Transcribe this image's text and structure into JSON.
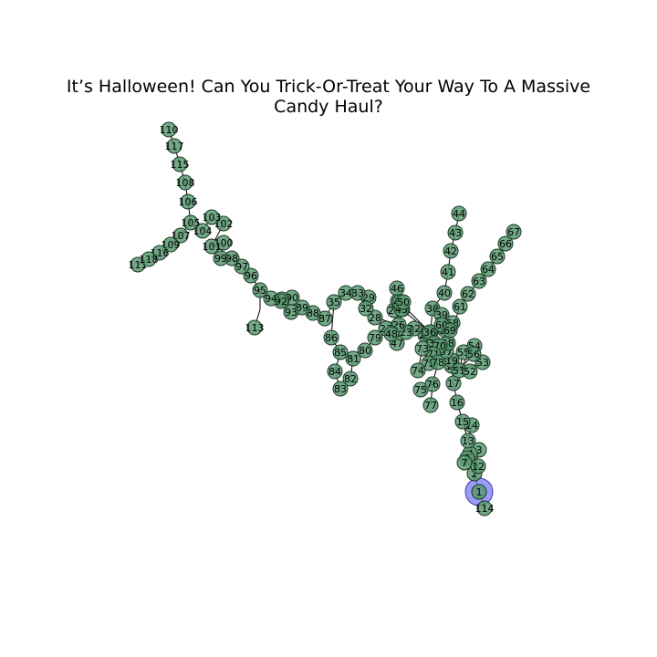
{
  "title_lines": [
    "It’s Halloween! Can You Trick-Or-Treat Your Way To A Massive",
    "Candy Haul?"
  ],
  "graph": {
    "highlighted_node": "1",
    "colors": {
      "node": "#5a9a72",
      "highlight": "#7b7bf0",
      "edge": "#000000",
      "stroke": "#1a3a26"
    },
    "nodes": [
      "1",
      "2",
      "3",
      "4",
      "5",
      "7",
      "12",
      "13",
      "14",
      "15",
      "16",
      "17",
      "18",
      "19",
      "20",
      "21",
      "22",
      "23",
      "24",
      "25",
      "26",
      "27",
      "28",
      "29",
      "30",
      "31",
      "32",
      "33",
      "34",
      "35",
      "36",
      "37",
      "38",
      "39",
      "40",
      "41",
      "42",
      "43",
      "44",
      "45",
      "46",
      "47",
      "48",
      "49",
      "50",
      "51",
      "52",
      "53",
      "54",
      "55",
      "56",
      "57",
      "58",
      "59",
      "60",
      "61",
      "62",
      "63",
      "64",
      "65",
      "66",
      "67",
      "68",
      "69",
      "70",
      "71",
      "72",
      "73",
      "74",
      "75",
      "76",
      "77",
      "78",
      "79",
      "80",
      "81",
      "82",
      "83",
      "84",
      "85",
      "86",
      "87",
      "88",
      "89",
      "90",
      "91",
      "92",
      "93",
      "94",
      "95",
      "96",
      "97",
      "98",
      "99",
      "100",
      "101",
      "102",
      "103",
      "104",
      "105",
      "106",
      "107",
      "108",
      "109",
      "110",
      "111",
      "113",
      "114",
      "115",
      "116",
      "117",
      "118"
    ],
    "edges": [
      [
        "1",
        "2"
      ],
      [
        "1",
        "114"
      ],
      [
        "2",
        "12"
      ],
      [
        "2",
        "3"
      ],
      [
        "12",
        "4"
      ],
      [
        "12",
        "5"
      ],
      [
        "12",
        "7"
      ],
      [
        "12",
        "13"
      ],
      [
        "13",
        "14"
      ],
      [
        "13",
        "15"
      ],
      [
        "15",
        "16"
      ],
      [
        "16",
        "17"
      ],
      [
        "17",
        "18"
      ],
      [
        "18",
        "19"
      ],
      [
        "19",
        "51"
      ],
      [
        "51",
        "52"
      ],
      [
        "51",
        "53"
      ],
      [
        "51",
        "54"
      ],
      [
        "51",
        "55"
      ],
      [
        "51",
        "56"
      ],
      [
        "19",
        "68"
      ],
      [
        "68",
        "69"
      ],
      [
        "68",
        "70"
      ],
      [
        "68",
        "61"
      ],
      [
        "61",
        "62"
      ],
      [
        "62",
        "63"
      ],
      [
        "63",
        "64"
      ],
      [
        "64",
        "65"
      ],
      [
        "65",
        "66"
      ],
      [
        "66",
        "67"
      ],
      [
        "68",
        "58"
      ],
      [
        "58",
        "59"
      ],
      [
        "58",
        "60"
      ],
      [
        "58",
        "39"
      ],
      [
        "39",
        "38"
      ],
      [
        "38",
        "40"
      ],
      [
        "40",
        "41"
      ],
      [
        "41",
        "42"
      ],
      [
        "42",
        "43"
      ],
      [
        "43",
        "44"
      ],
      [
        "38",
        "20"
      ],
      [
        "20",
        "21"
      ],
      [
        "21",
        "22"
      ],
      [
        "22",
        "23"
      ],
      [
        "23",
        "24"
      ],
      [
        "24",
        "25"
      ],
      [
        "25",
        "26"
      ],
      [
        "25",
        "30"
      ],
      [
        "30",
        "46"
      ],
      [
        "30",
        "50"
      ],
      [
        "26",
        "27"
      ],
      [
        "27",
        "47"
      ],
      [
        "27",
        "48"
      ],
      [
        "26",
        "28"
      ],
      [
        "28",
        "32"
      ],
      [
        "32",
        "29"
      ],
      [
        "32",
        "33"
      ],
      [
        "33",
        "34"
      ],
      [
        "34",
        "35"
      ],
      [
        "35",
        "86"
      ],
      [
        "86",
        "85"
      ],
      [
        "85",
        "84"
      ],
      [
        "84",
        "83"
      ],
      [
        "85",
        "81"
      ],
      [
        "81",
        "82"
      ],
      [
        "81",
        "80"
      ],
      [
        "80",
        "79"
      ],
      [
        "35",
        "87"
      ],
      [
        "87",
        "88"
      ],
      [
        "88",
        "89"
      ],
      [
        "89",
        "90"
      ],
      [
        "90",
        "91"
      ],
      [
        "91",
        "92"
      ],
      [
        "92",
        "93"
      ],
      [
        "92",
        "94"
      ],
      [
        "94",
        "95"
      ],
      [
        "95",
        "96"
      ],
      [
        "96",
        "97"
      ],
      [
        "97",
        "98"
      ],
      [
        "98",
        "99"
      ],
      [
        "99",
        "100"
      ],
      [
        "100",
        "101"
      ],
      [
        "101",
        "102"
      ],
      [
        "102",
        "103"
      ],
      [
        "103",
        "104"
      ],
      [
        "104",
        "105"
      ],
      [
        "105",
        "106"
      ],
      [
        "106",
        "108"
      ],
      [
        "108",
        "115"
      ],
      [
        "115",
        "117"
      ],
      [
        "117",
        "110"
      ],
      [
        "105",
        "107"
      ],
      [
        "107",
        "109"
      ],
      [
        "109",
        "116"
      ],
      [
        "116",
        "118"
      ],
      [
        "118",
        "111"
      ],
      [
        "95",
        "112"
      ],
      [
        "112",
        "113"
      ],
      [
        "70",
        "71"
      ],
      [
        "71",
        "72"
      ],
      [
        "72",
        "73"
      ],
      [
        "73",
        "74"
      ],
      [
        "72",
        "78"
      ],
      [
        "78",
        "76"
      ],
      [
        "76",
        "77"
      ],
      [
        "76",
        "75"
      ],
      [
        "22",
        "36"
      ],
      [
        "36",
        "37"
      ],
      [
        "36",
        "57"
      ],
      [
        "36",
        "31"
      ],
      [
        "36",
        "49"
      ],
      [
        "36",
        "45"
      ]
    ]
  }
}
